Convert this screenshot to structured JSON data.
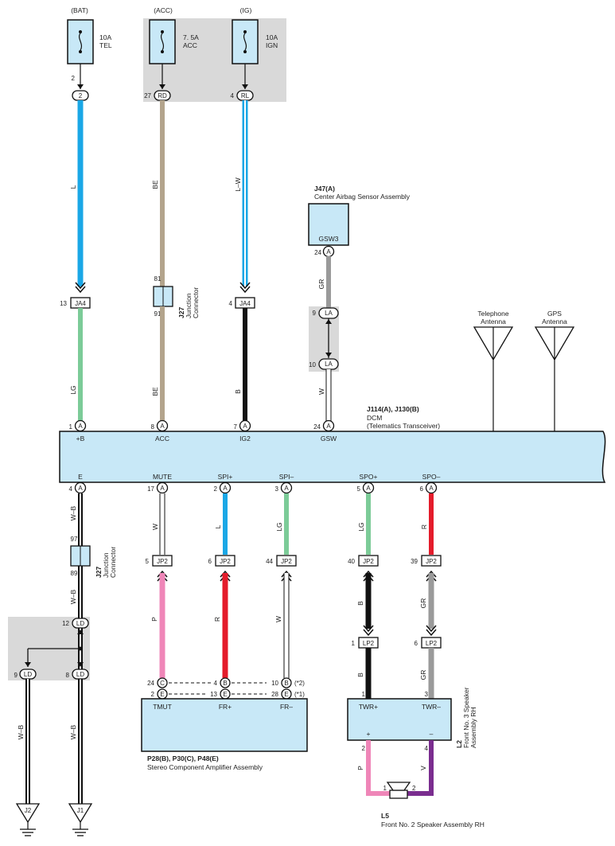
{
  "fuses": [
    {
      "id": "bat",
      "source": "(BAT)",
      "rating": "10A",
      "name": "TEL",
      "pin": "2",
      "conn": "2"
    },
    {
      "id": "acc",
      "source": "(ACC)",
      "rating": "7. 5A",
      "name": "ACC",
      "pin": "27",
      "conn": "RD"
    },
    {
      "id": "ig",
      "source": "(IG)",
      "rating": "10A",
      "name": "IGN",
      "pin": "4",
      "conn": "RL"
    }
  ],
  "junction_connector_top": {
    "code": "J27",
    "line1": "Junction",
    "line2": "Connector",
    "pin_in": "81",
    "pin_out": "91"
  },
  "junction_connector_bottom": {
    "code": "J27",
    "line1": "Junction",
    "line2": "Connector",
    "pin_in": "97",
    "pin_out": "89"
  },
  "airbag": {
    "code": "J47(A)",
    "name": "Center Airbag Sensor Assembly",
    "terminal": "GSW3",
    "pin": "24",
    "conn": "A"
  },
  "la_pins": {
    "upper_pin": "9",
    "upper_conn": "LA",
    "lower_pin": "10",
    "lower_conn": "LA"
  },
  "ja4": [
    {
      "pin": "13",
      "conn": "JA4"
    },
    {
      "pin": "4",
      "conn": "JA4"
    }
  ],
  "antennas": [
    {
      "line1": "Telephone",
      "line2": "Antenna"
    },
    {
      "line1": "GPS",
      "line2": "Antenna"
    }
  ],
  "dcm": {
    "code": "J114(A), J130(B)",
    "name": "DCM",
    "sub": "(Telematics Transceiver)"
  },
  "dcm_top_terminals": [
    {
      "pin": "1",
      "conn": "A",
      "name": "+B"
    },
    {
      "pin": "8",
      "conn": "A",
      "name": "ACC"
    },
    {
      "pin": "7",
      "conn": "A",
      "name": "IG2"
    },
    {
      "pin": "24",
      "conn": "A",
      "name": "GSW"
    }
  ],
  "dcm_bottom_terminals": [
    {
      "pin": "4",
      "conn": "A",
      "name": "E"
    },
    {
      "pin": "17",
      "conn": "A",
      "name": "MUTE"
    },
    {
      "pin": "2",
      "conn": "A",
      "name": "SPI+"
    },
    {
      "pin": "3",
      "conn": "A",
      "name": "SPI–"
    },
    {
      "pin": "5",
      "conn": "A",
      "name": "SPO+"
    },
    {
      "pin": "6",
      "conn": "A",
      "name": "SPO–"
    }
  ],
  "wire_colors_top": [
    "L",
    "BE",
    "L–W",
    "GR",
    "LG",
    "BE",
    "B",
    "W"
  ],
  "wire_colors_bottom": [
    "W–B",
    "W",
    "L",
    "LG",
    "LG",
    "R",
    "W–B",
    "P",
    "R",
    "W",
    "B",
    "GR",
    "B",
    "GR",
    "W–B",
    "W–B",
    "P",
    "V"
  ],
  "jp2": [
    {
      "pin": "5",
      "conn": "JP2"
    },
    {
      "pin": "6",
      "conn": "JP2"
    },
    {
      "pin": "44",
      "conn": "JP2"
    },
    {
      "pin": "40",
      "conn": "JP2"
    },
    {
      "pin": "39",
      "conn": "JP2"
    }
  ],
  "lp2": [
    {
      "pin": "1",
      "conn": "LP2"
    },
    {
      "pin": "6",
      "conn": "LP2"
    }
  ],
  "ld": {
    "top_pin": "12",
    "conn": "LD",
    "left_pin": "9",
    "right_pin": "8"
  },
  "amp": {
    "code": "P28(B), P30(C), P48(E)",
    "name": "Stereo Component Amplifier Assembly",
    "rows": [
      {
        "p1": "24",
        "c1": "C",
        "p2": "4",
        "c2": "B",
        "p3": "10",
        "c3": "B",
        "note": "(*2)"
      },
      {
        "p1": "2",
        "c1": "E",
        "p2": "13",
        "c2": "E",
        "p3": "28",
        "c3": "E",
        "note": "(*1)"
      }
    ],
    "terminals": [
      "TMUT",
      "FR+",
      "FR–"
    ]
  },
  "speaker3": {
    "code": "L2",
    "line1": "Front No. 3 Speaker",
    "line2": "Assembly RH",
    "terminals": [
      "TWR+",
      "TWR–"
    ],
    "signs": [
      "+",
      "–"
    ],
    "pins": [
      "1",
      "3"
    ],
    "out_pins": [
      "2",
      "4"
    ]
  },
  "speaker2": {
    "code": "L5",
    "name": "Front No. 2 Speaker Assembly RH",
    "pins": [
      "1",
      "2"
    ]
  },
  "grounds": [
    "J2",
    "J1"
  ]
}
